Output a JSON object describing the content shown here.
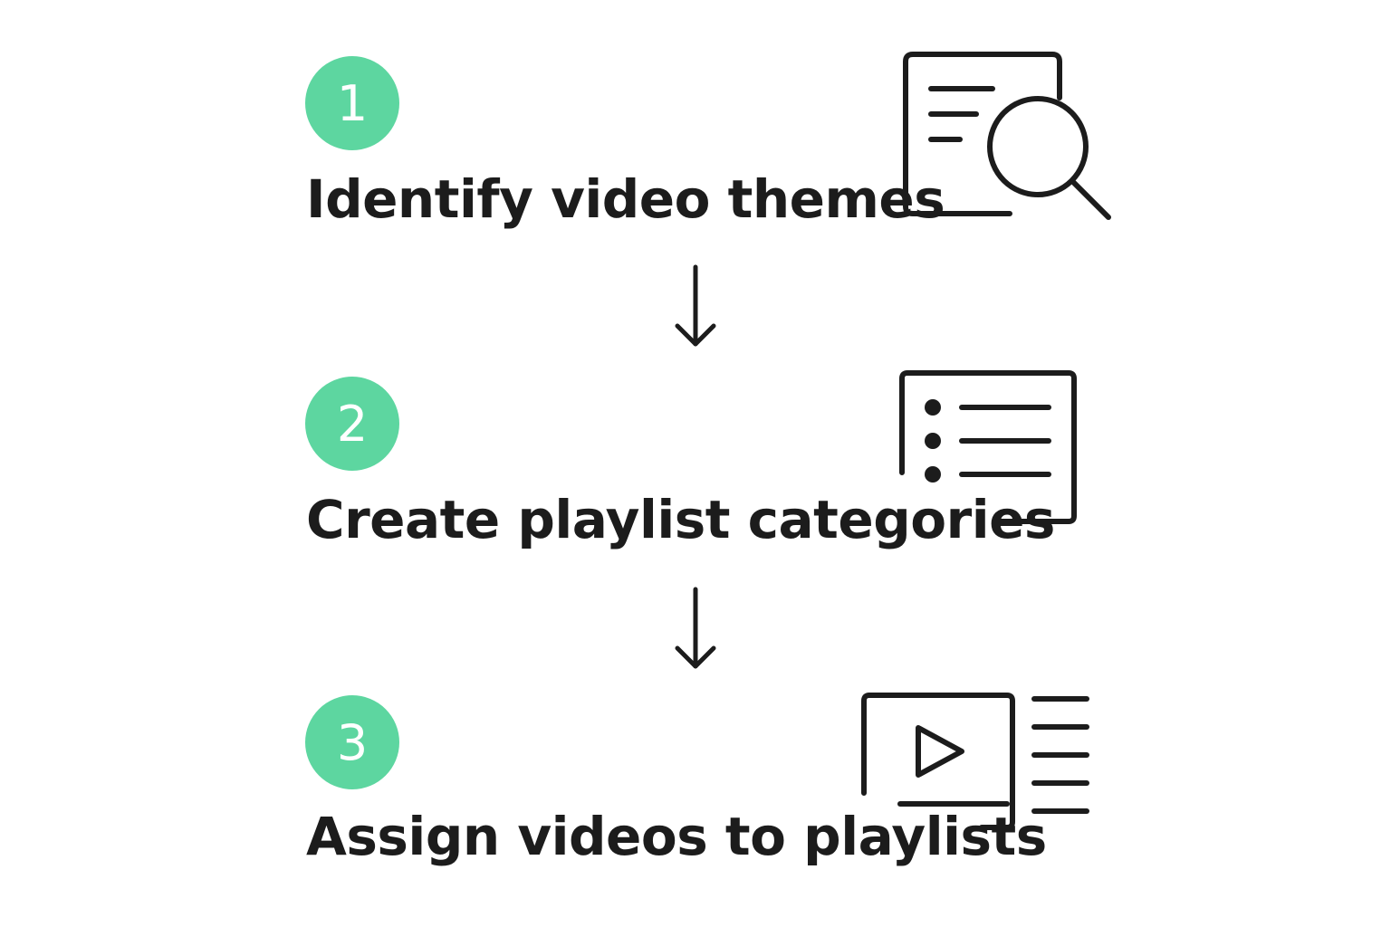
{
  "colors": {
    "accent": "#5dd6a0",
    "ink": "#1c1c1c"
  },
  "steps": [
    {
      "number": "1",
      "label": "Identify video themes",
      "icon": "document-search-icon"
    },
    {
      "number": "2",
      "label": "Create playlist categories",
      "icon": "bulleted-list-icon"
    },
    {
      "number": "3",
      "label": "Assign videos to playlists",
      "icon": "video-playlist-icon"
    }
  ],
  "connectors": [
    "down-arrow-icon",
    "down-arrow-icon"
  ]
}
